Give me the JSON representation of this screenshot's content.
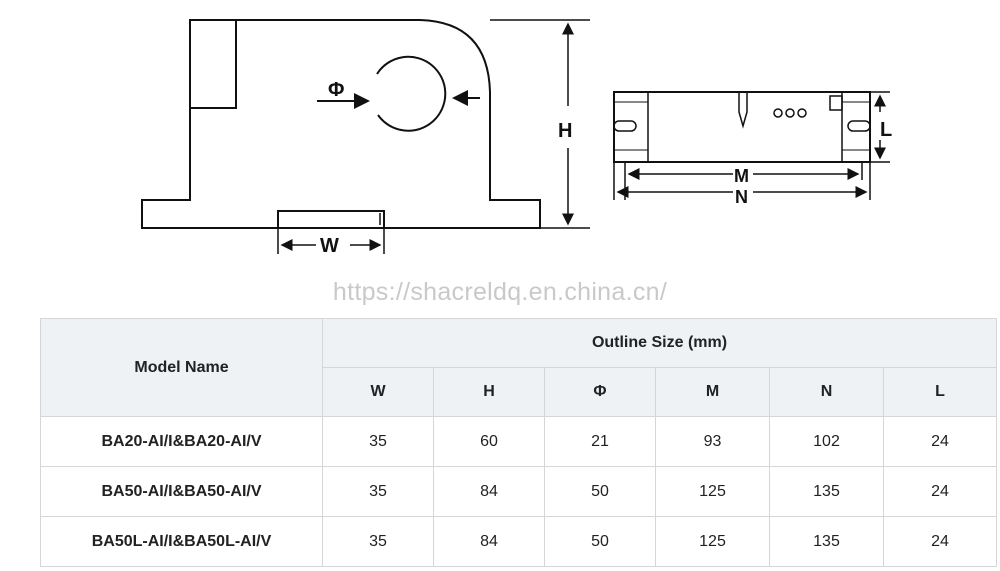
{
  "watermark": "https://shacreldq.en.china.cn/",
  "diagram": {
    "labels": {
      "phi": "Φ",
      "h": "H",
      "w": "W",
      "l": "L",
      "m": "M",
      "n": "N"
    }
  },
  "table": {
    "model_header": "Model Name",
    "group_header": "Outline Size (mm)",
    "columns": [
      "W",
      "H",
      "Φ",
      "M",
      "N",
      "L"
    ],
    "rows": [
      {
        "model": "BA20-AI/I&BA20-AI/V",
        "values": [
          "35",
          "60",
          "21",
          "93",
          "102",
          "24"
        ]
      },
      {
        "model": "BA50-AI/I&BA50-AI/V",
        "values": [
          "35",
          "84",
          "50",
          "125",
          "135",
          "24"
        ]
      },
      {
        "model": "BA50L-AI/I&BA50L-AI/V",
        "values": [
          "35",
          "84",
          "50",
          "125",
          "135",
          "24"
        ]
      }
    ]
  }
}
